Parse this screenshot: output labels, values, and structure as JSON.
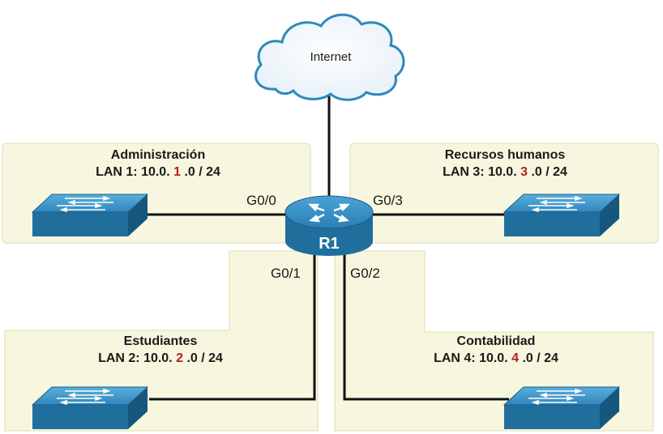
{
  "cloud": {
    "label": "Internet"
  },
  "router": {
    "label": "R1"
  },
  "ports": {
    "g00": "G0/0",
    "g01": "G0/1",
    "g02": "G0/2",
    "g03": "G0/3"
  },
  "lans": [
    {
      "name": "Administración",
      "prefix": "LAN 1: 10.0. ",
      "octet": "1",
      "suffix": " .0 / 24"
    },
    {
      "name": "Estudiantes",
      "prefix": "LAN 2: 10.0. ",
      "octet": "2",
      "suffix": " .0 / 24"
    },
    {
      "name": "Recursos humanos",
      "prefix": "LAN 3: 10.0. ",
      "octet": "3",
      "suffix": " .0 / 24"
    },
    {
      "name": "Contabilidad",
      "prefix": "LAN 4: 10.0. ",
      "octet": "4",
      "suffix": " .0 / 24"
    }
  ],
  "colors": {
    "lan_fill": "#f7f7df",
    "lan_stroke": "#dcdcb0",
    "device_top": "#3a8fc0",
    "device_side": "#1f6e9c",
    "cloud_stroke": "#2e87bd",
    "octet_highlight": "#b71c1c"
  }
}
